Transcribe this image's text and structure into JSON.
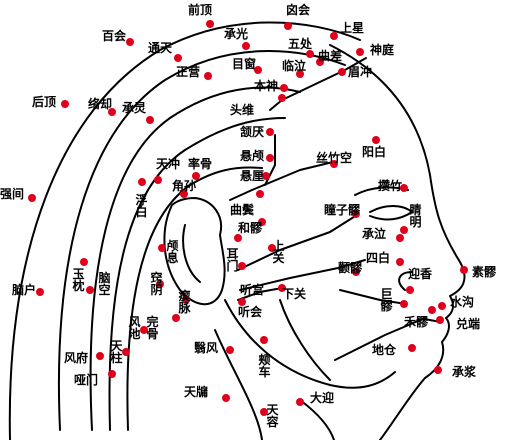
{
  "diagram": {
    "point_color": "#e0001b",
    "line_color": "#000000",
    "points": [
      {
        "id": "qianding",
        "name": "前顶"
      },
      {
        "id": "xinhui",
        "name": "囟会"
      },
      {
        "id": "baihui",
        "name": "百会"
      },
      {
        "id": "shangxing",
        "name": "上星"
      },
      {
        "id": "tongtian",
        "name": "通天"
      },
      {
        "id": "chengguang",
        "name": "承光"
      },
      {
        "id": "wuchu",
        "name": "五处"
      },
      {
        "id": "quchai",
        "name": "曲差"
      },
      {
        "id": "shenting",
        "name": "神庭"
      },
      {
        "id": "houding",
        "name": "后顶"
      },
      {
        "id": "luoque",
        "name": "络却"
      },
      {
        "id": "chengling",
        "name": "承灵"
      },
      {
        "id": "zhengying",
        "name": "正营"
      },
      {
        "id": "muchuang",
        "name": "目窗"
      },
      {
        "id": "linqi",
        "name": "临泣"
      },
      {
        "id": "meichong",
        "name": "眉冲"
      },
      {
        "id": "benshen",
        "name": "本神"
      },
      {
        "id": "touwei",
        "name": "头维"
      },
      {
        "id": "hanyan",
        "name": "颔厌"
      },
      {
        "id": "yangbai",
        "name": "阳白"
      },
      {
        "id": "tianchong",
        "name": "天冲"
      },
      {
        "id": "shuaigu",
        "name": "率骨"
      },
      {
        "id": "xuanlu",
        "name": "悬颅"
      },
      {
        "id": "xuanli",
        "name": "悬厘"
      },
      {
        "id": "sizhukong",
        "name": "丝竹空"
      },
      {
        "id": "zanzhu",
        "name": "攒竹"
      },
      {
        "id": "jingming",
        "name": "睛明"
      },
      {
        "id": "qiangjian",
        "name": "强间"
      },
      {
        "id": "jiaosun",
        "name": "角孙"
      },
      {
        "id": "fubai",
        "name": "浮白"
      },
      {
        "id": "qubin",
        "name": "曲鬓"
      },
      {
        "id": "tongziliao",
        "name": "瞳子髎"
      },
      {
        "id": "heliao",
        "name": "和髎"
      },
      {
        "id": "luxi",
        "name": "颅息"
      },
      {
        "id": "ermen",
        "name": "耳门"
      },
      {
        "id": "shangguan",
        "name": "上关"
      },
      {
        "id": "chengqi",
        "name": "承泣"
      },
      {
        "id": "sibai",
        "name": "四白"
      },
      {
        "id": "naohu",
        "name": "脑户"
      },
      {
        "id": "yuzhen",
        "name": "玉枕"
      },
      {
        "id": "naokong",
        "name": "脑空"
      },
      {
        "id": "qiaoyin",
        "name": "窍阴"
      },
      {
        "id": "chimai",
        "name": "瘈脉"
      },
      {
        "id": "tinggong",
        "name": "听宫"
      },
      {
        "id": "xiaguan",
        "name": "下关"
      },
      {
        "id": "quanliao",
        "name": "颧髎"
      },
      {
        "id": "yingxiang",
        "name": "迎香"
      },
      {
        "id": "suliao",
        "name": "素髎"
      },
      {
        "id": "juliao",
        "name": "巨髎"
      },
      {
        "id": "shuigou",
        "name": "水沟"
      },
      {
        "id": "heliao2",
        "name": "禾髎"
      },
      {
        "id": "duiduan",
        "name": "兑端"
      },
      {
        "id": "wangu",
        "name": "完骨"
      },
      {
        "id": "tinghui",
        "name": "听会"
      },
      {
        "id": "fengfu",
        "name": "风府"
      },
      {
        "id": "tianzhu",
        "name": "天柱"
      },
      {
        "id": "fengchi",
        "name": "风池"
      },
      {
        "id": "yifeng",
        "name": "翳风"
      },
      {
        "id": "jiache",
        "name": "颊车"
      },
      {
        "id": "dicang",
        "name": "地仓"
      },
      {
        "id": "yamen",
        "name": "哑门"
      },
      {
        "id": "chengjiang",
        "name": "承浆"
      },
      {
        "id": "tianyou",
        "name": "天牖"
      },
      {
        "id": "daying",
        "name": "大迎"
      },
      {
        "id": "tianrong",
        "name": "天容"
      }
    ]
  }
}
